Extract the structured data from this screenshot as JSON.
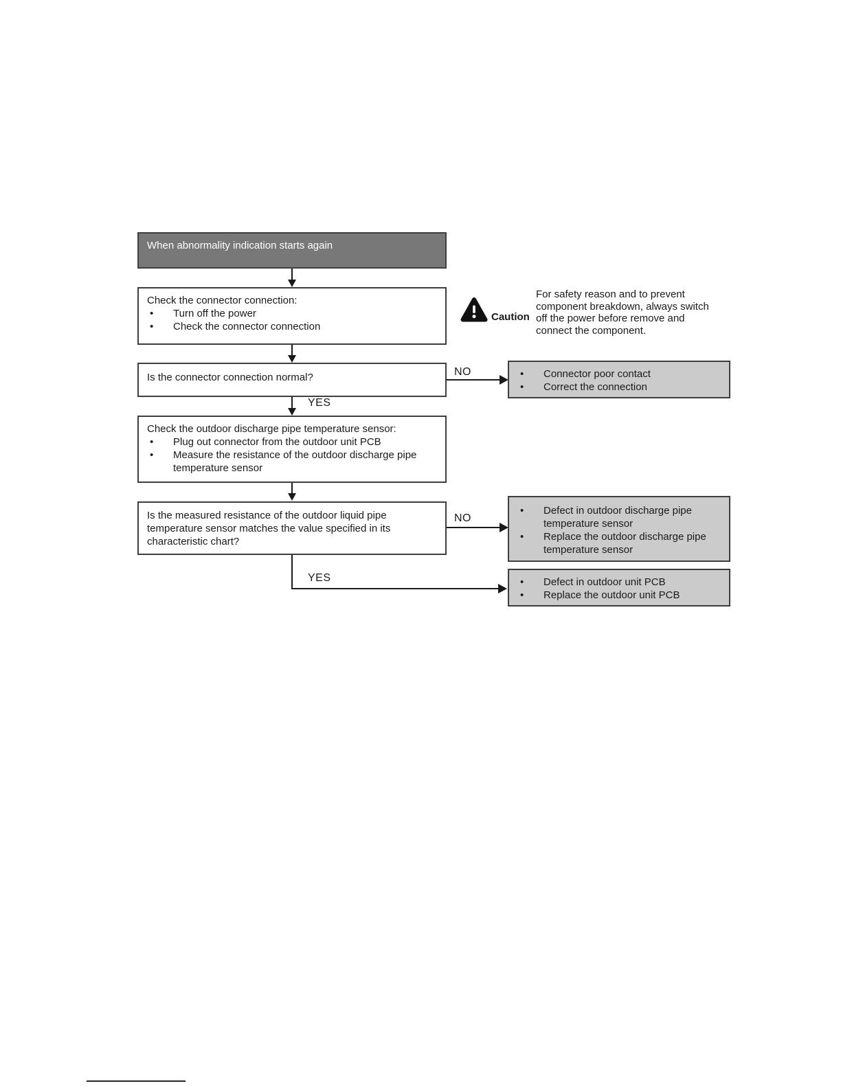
{
  "colors": {
    "box-border": "#3e3e3e",
    "header-fill": "#787878",
    "header-text": "#ffffff",
    "result-fill": "#cbcbcb",
    "line": "#1a1a1a",
    "text": "#1a1a1a",
    "footer-line": "#1b1b8e"
  },
  "flowchart": {
    "start": {
      "label": "When abnormality indication starts again"
    },
    "step1": {
      "title": "Check the connector connection:",
      "bullets": [
        "Turn off the power",
        "Check the connector connection"
      ]
    },
    "caution": {
      "label": "Caution",
      "lines": [
        "For safety reason and to prevent",
        "component breakdown, always switch",
        "off the power before remove and",
        "connect the component."
      ]
    },
    "q1": {
      "text": "Is the connector connection normal?",
      "no": "NO",
      "yes": "YES"
    },
    "result_connector": {
      "bullets": [
        "Connector poor contact",
        "Correct the connection"
      ]
    },
    "step2": {
      "title": "Check the outdoor discharge pipe temperature sensor:",
      "bullets": [
        "Plug out connector from the outdoor unit PCB",
        "Measure the resistance of the outdoor discharge pipe temperature sensor"
      ]
    },
    "q2": {
      "text": "Is the measured resistance of the outdoor liquid pipe temperature sensor matches the value specified in its characteristic chart?",
      "no": "NO",
      "yes": "YES"
    },
    "result_sensor": {
      "bullets": [
        "Defect in outdoor discharge pipe temperature sensor",
        "Replace the outdoor discharge pipe temperature sensor"
      ]
    },
    "result_pcb": {
      "bullets": [
        "Defect in outdoor unit PCB",
        "Replace the outdoor unit PCB"
      ]
    }
  }
}
